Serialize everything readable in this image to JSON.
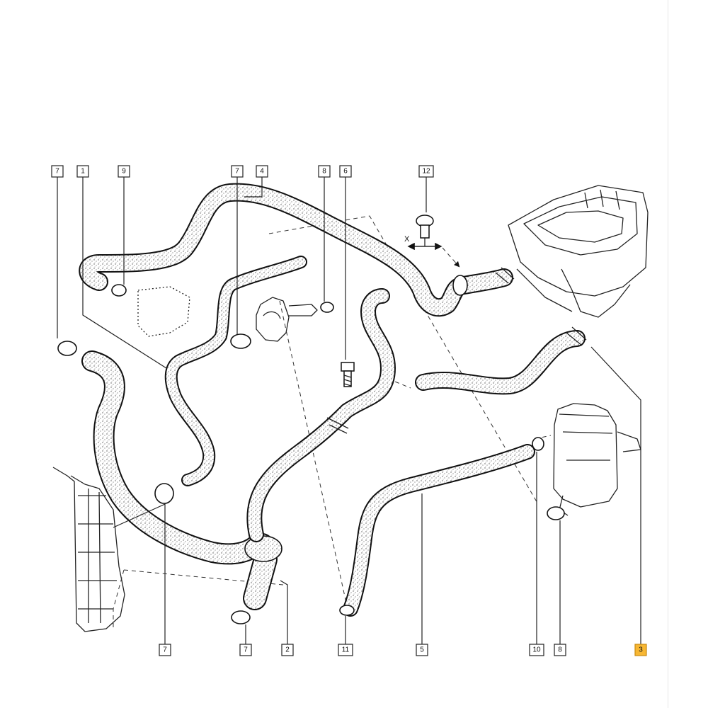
{
  "callouts": [
    {
      "id": "c7a",
      "label": "7"
    },
    {
      "id": "c1",
      "label": "1"
    },
    {
      "id": "c9",
      "label": "9"
    },
    {
      "id": "c7b",
      "label": "7"
    },
    {
      "id": "c4",
      "label": "4"
    },
    {
      "id": "c8a",
      "label": "8"
    },
    {
      "id": "c6",
      "label": "6"
    },
    {
      "id": "c12",
      "label": "12"
    },
    {
      "id": "c7c",
      "label": "7"
    },
    {
      "id": "c7d",
      "label": "7"
    },
    {
      "id": "c2",
      "label": "2"
    },
    {
      "id": "c11",
      "label": "11"
    },
    {
      "id": "c5",
      "label": "5"
    },
    {
      "id": "c10",
      "label": "10"
    },
    {
      "id": "c8b",
      "label": "8"
    },
    {
      "id": "c3",
      "label": "3",
      "highlighted": true
    }
  ],
  "axis_label": "X",
  "colors": {
    "highlight": "#f7b733",
    "line": "#111111"
  }
}
